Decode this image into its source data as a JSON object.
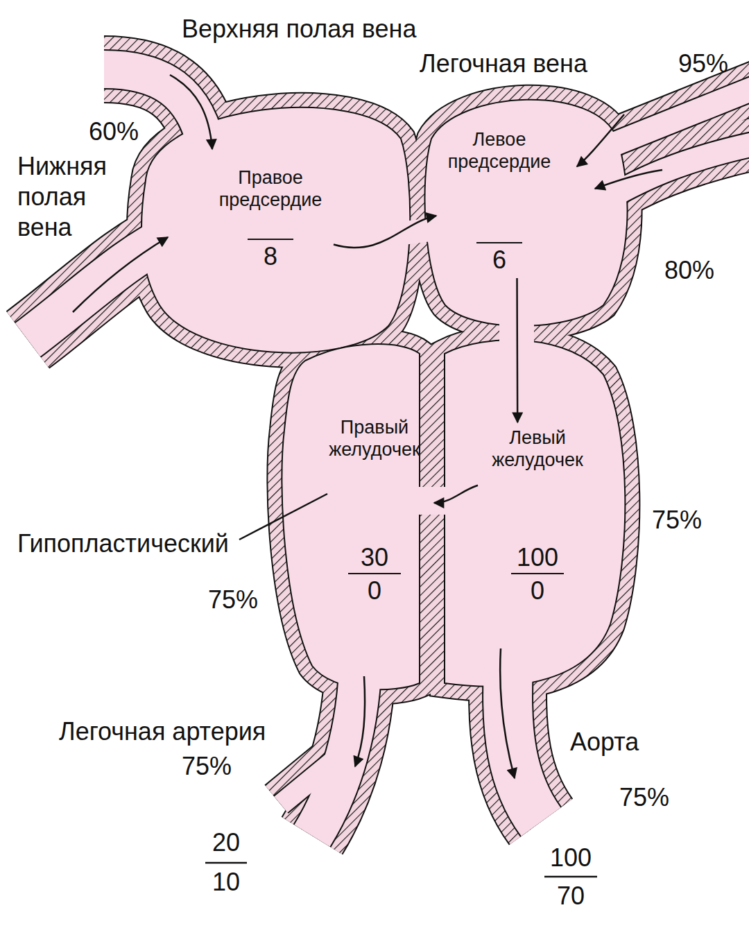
{
  "diagram": {
    "nodes": [
      {
        "text": [
          "Правое предсердие",
          "8"
        ]
      },
      {
        "text": [
          "Левое предсердие",
          "6"
        ]
      },
      {
        "text": [
          "Правый желудочек",
          "30",
          "0"
        ]
      },
      {
        "text": [
          "Левый желудочек",
          "100",
          "0"
        ]
      }
    ],
    "edges": [
      {
        "from": 0,
        "to": 1,
        "arrow": "to"
      },
      {
        "from": 1,
        "to": 3,
        "arrow": "to"
      },
      {
        "from": 3,
        "to": 2,
        "arrow": "to"
      }
    ],
    "labels": [
      "Верхняя полая вена",
      "Легочная вена",
      "95%",
      "60%",
      "Нижняя полая вена",
      "80%",
      "75%",
      "Гипопластический",
      "75%",
      "Легочная артерия",
      "75%",
      "20",
      "10",
      "Аорта",
      "75%",
      "100",
      "70"
    ]
  }
}
